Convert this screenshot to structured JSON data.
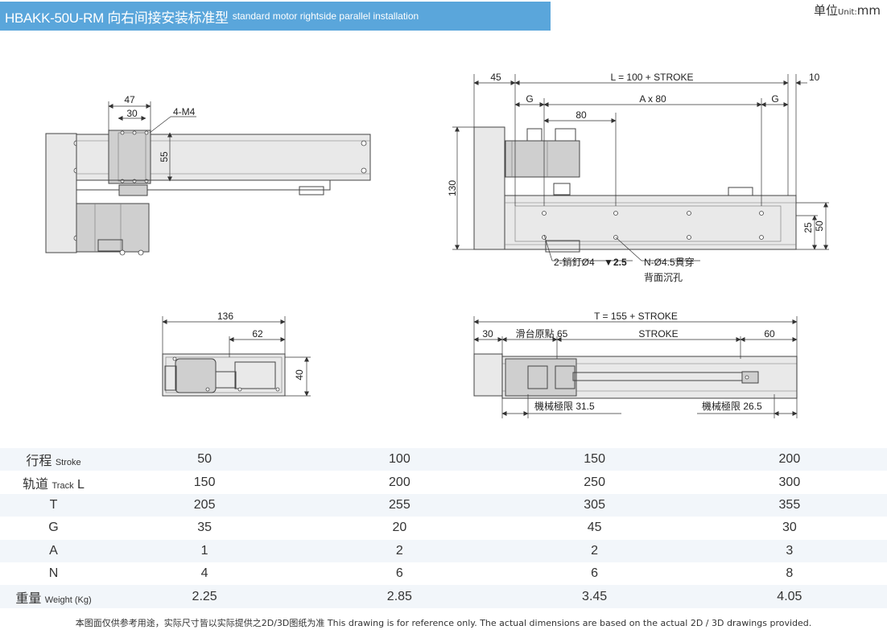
{
  "header": {
    "title": "HBAKK-50U-RM 向右间接安装标准型",
    "subtitle": "standard motor rightside parallel installation"
  },
  "unit": {
    "cn": "单位",
    "en": "Unit:",
    "value": "mm"
  },
  "drawing": {
    "top_view": {
      "d47": "47",
      "d30": "30",
      "holes": "4-M4",
      "d55": "55"
    },
    "side_view": {
      "d45": "45",
      "length": "L = 100 + STROKE",
      "d10": "10",
      "g_left": "G",
      "ax80": "A x 80",
      "g_right": "G",
      "d80": "80",
      "d130": "130",
      "d25": "25",
      "d50": "50",
      "pin_note": "2-銷釘Ø4",
      "pin_depth": "2.5",
      "hole_note": "N-Ø4.5貫穿",
      "counterbore": "背面沉孔"
    },
    "end_view": {
      "d136": "136",
      "d62": "62",
      "d40": "40"
    },
    "bottom_view": {
      "total": "T = 155 + STROKE",
      "d30": "30",
      "origin": "滑台原點 65",
      "stroke": "STROKE",
      "d60": "60",
      "limit_left": "機械極限 31.5",
      "limit_right": "機械極限 26.5"
    }
  },
  "table": {
    "rows": [
      {
        "label_cn": "行程",
        "label_en": "Stroke",
        "label_sep": " ",
        "values": [
          "50",
          "100",
          "150",
          "200"
        ]
      },
      {
        "label_cn": "轨道",
        "label_en": "Track",
        "label_sep": " ",
        "label_suffix": "L",
        "values": [
          "150",
          "200",
          "250",
          "300"
        ]
      },
      {
        "label_cn": "T",
        "label_en": "",
        "label_sep": "",
        "values": [
          "205",
          "255",
          "305",
          "355"
        ]
      },
      {
        "label_cn": "G",
        "label_en": "",
        "label_sep": "",
        "values": [
          "35",
          "20",
          "45",
          "30"
        ]
      },
      {
        "label_cn": "A",
        "label_en": "",
        "label_sep": "",
        "values": [
          "1",
          "2",
          "2",
          "3"
        ]
      },
      {
        "label_cn": "N",
        "label_en": "",
        "label_sep": "",
        "values": [
          "4",
          "6",
          "6",
          "8"
        ]
      },
      {
        "label_cn": "重量",
        "label_en": "Weight (Kg)",
        "label_sep": " ",
        "values": [
          "2.25",
          "2.85",
          "3.45",
          "4.05"
        ]
      }
    ]
  },
  "footer": "本图面仅供参考用途，实际尺寸皆以实际提供之2D/3D图纸为准 This drawing is for reference only. The actual dimensions are based on the actual 2D / 3D drawings provided."
}
